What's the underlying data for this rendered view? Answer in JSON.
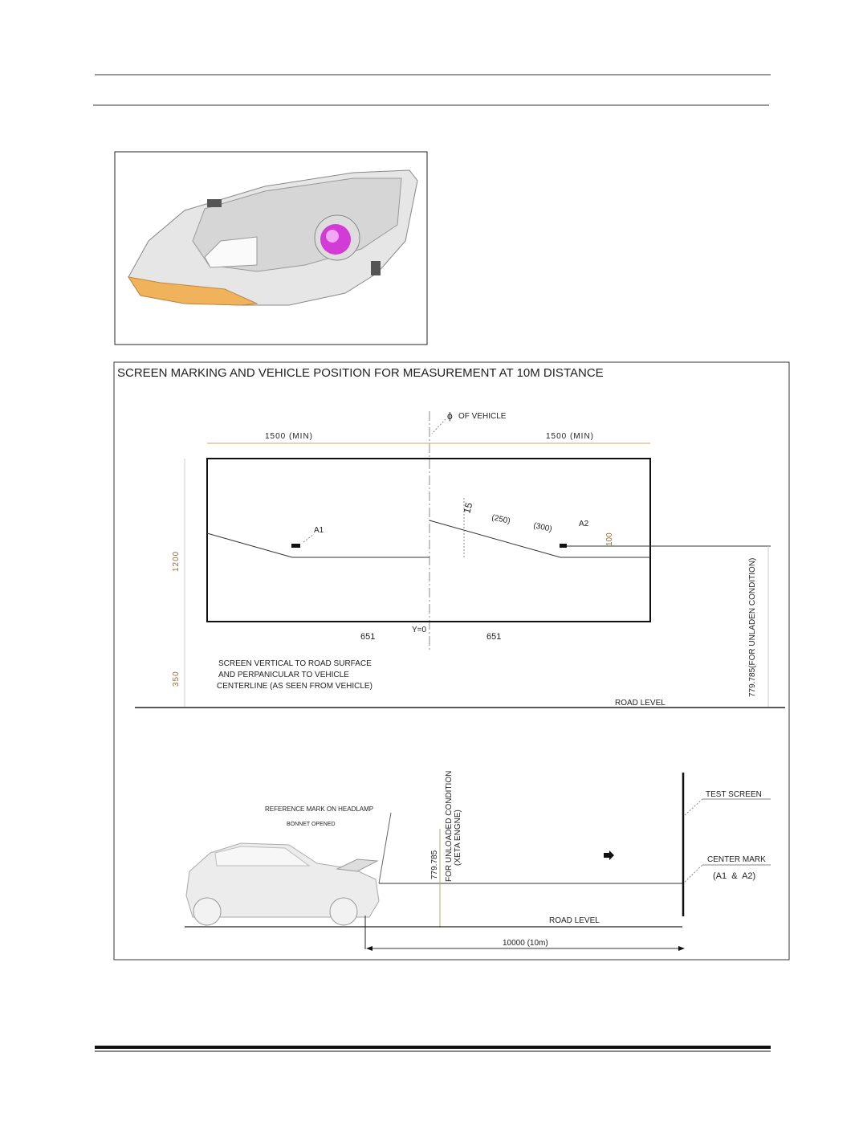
{
  "diagram": {
    "title": "SCREEN MARKING AND VEHICLE POSITION FOR MEASUREMENT AT 10M DISTANCE",
    "centerline_label": "OF VEHICLE",
    "centerline_symbol": "ϕ",
    "left_width": "1500 (MIN)",
    "right_width": "1500 (MIN)",
    "mark_a1": "A1",
    "mark_a2": "A2",
    "angle": "15",
    "dim_250": "(250)",
    "dim_300": "(300)",
    "dim_100": "100",
    "screen_height": "1200",
    "screen_base": "350",
    "y_zero": "Y=0",
    "left_offset": "651",
    "right_offset": "651",
    "unladen_height": "779.785(FOR UNLADEN CONDITION)",
    "note_lines": [
      "SCREEN VERTICAL TO ROAD SURFACE",
      "AND PERPANICULAR TO VEHICLE",
      "CENTERLINE (AS SEEN FROM VEHICLE)"
    ],
    "road_level_top": "ROAD LEVEL",
    "reference_mark": "REFERENCE MARK ON HEADLAMP",
    "bonnet": "BONNET OPENED",
    "lamp_height": "779.785",
    "unloaded_line1": "FOR UNLOADED CONDITION",
    "unloaded_line2": "(XETA ENGNE)",
    "test_screen": "TEST SCREEN",
    "center_mark": "CENTER MARK",
    "center_mark_ids": "(A1  &  A2)",
    "road_level_bottom": "ROAD LEVEL",
    "distance": "10000 (10m)"
  }
}
